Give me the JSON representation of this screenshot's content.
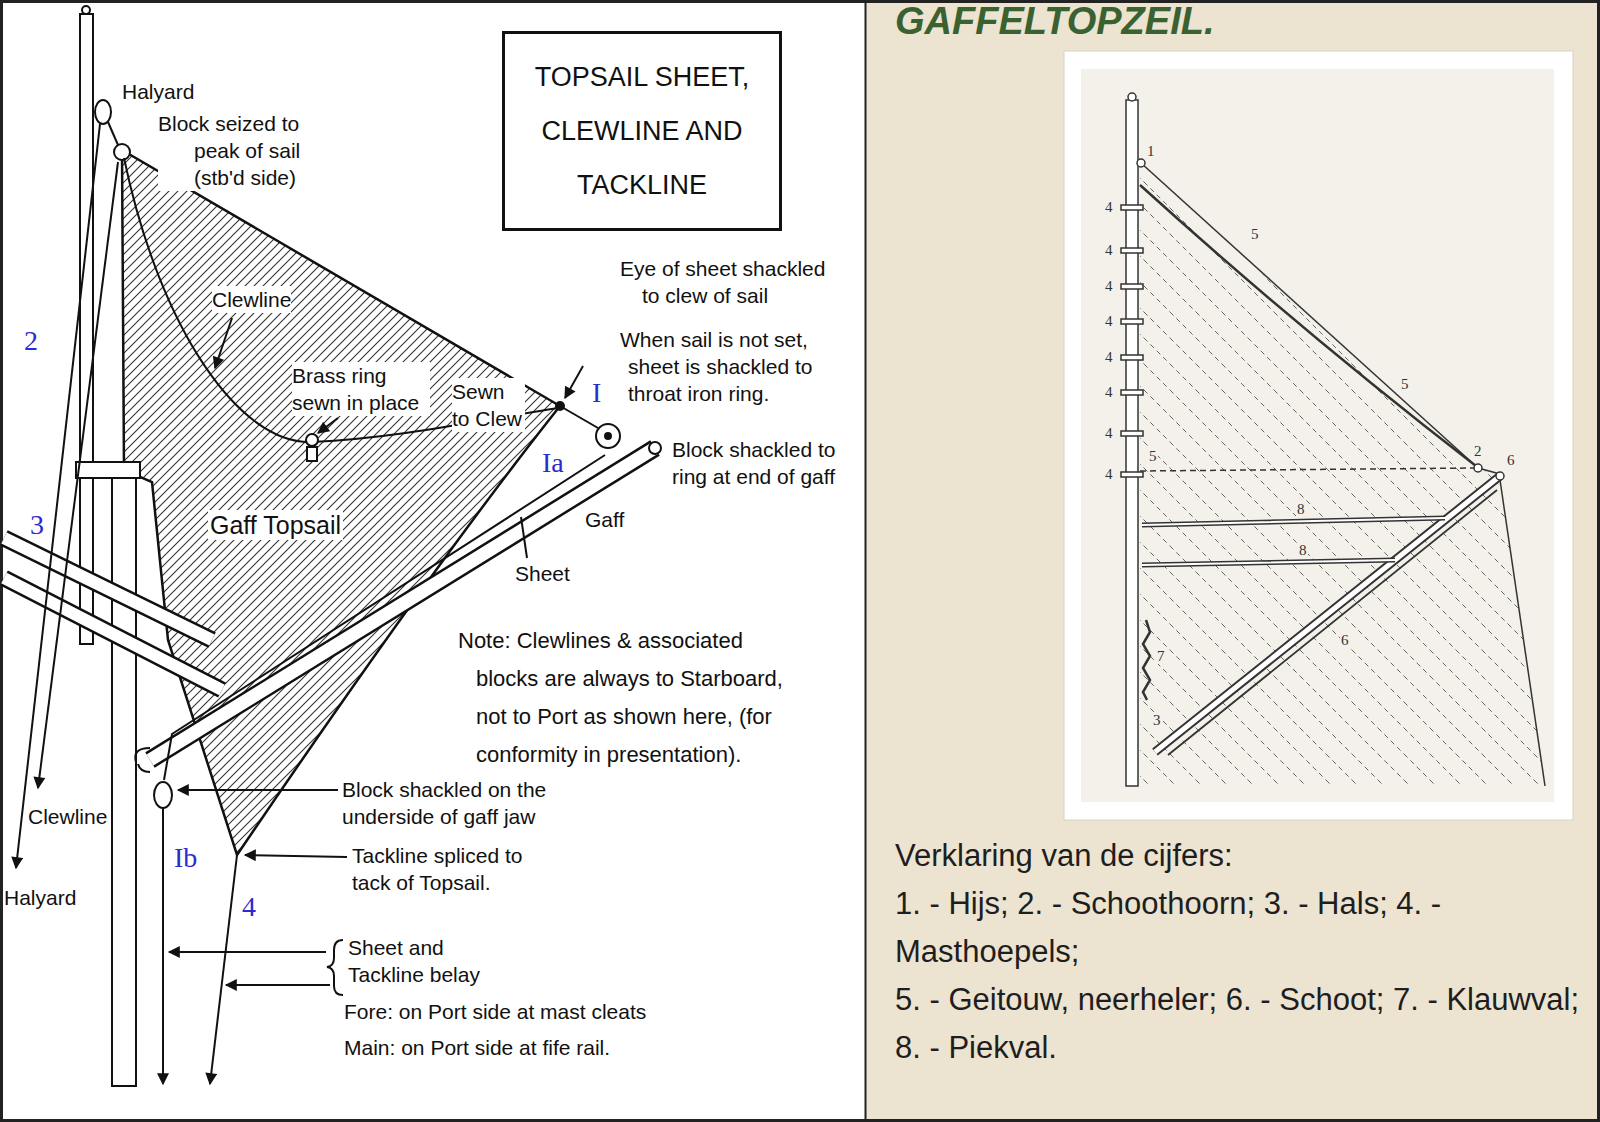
{
  "diagram": {
    "title": "GAFFELTOPZEIL.",
    "nodes": [
      {
        "text": [
          "TOPSAIL SHEET, CLEWLINE AND TACKLINE"
        ]
      }
    ],
    "labels": [
      "Halyard",
      "Block seized to peak of sail (stb'd side)",
      "Clewline",
      "Brass ring sewn in place",
      "Sewn to Clew",
      "I",
      "Eye of sheet shackled to clew of sail",
      "When sail is not set, sheet is shackled to throat iron ring.",
      "Block shackled to ring at end of gaff",
      "Ia",
      "Gaff",
      "Sheet",
      "Gaff Topsail",
      "2",
      "3",
      "Note: Clewlines & associated blocks are always to Starboard, not to Port as shown here, (for conformity in presentation).",
      "Block shackled on the underside of gaff jaw",
      "Tackline spliced to tack of Topsail.",
      "Ib",
      "4",
      "Clewline",
      "Halyard",
      "Sheet and Tackline belay",
      "Fore: on Port side at mast cleats",
      "Main: on Port side at fife rail.",
      "1",
      "4",
      "4",
      "4",
      "4",
      "4",
      "4",
      "4",
      "4",
      "5",
      "5",
      "5",
      "2",
      "6",
      "8",
      "8",
      "6",
      "7",
      "3",
      "Verklaring van de cijfers:",
      "1. - Hijs; 2. - Schoothoorn; 3. - Hals; 4. - Masthoepels;",
      "5. - Geitouw, neerheler; 6. - Schoot; 7. - Klauwval;",
      "8. - Piekval."
    ]
  }
}
